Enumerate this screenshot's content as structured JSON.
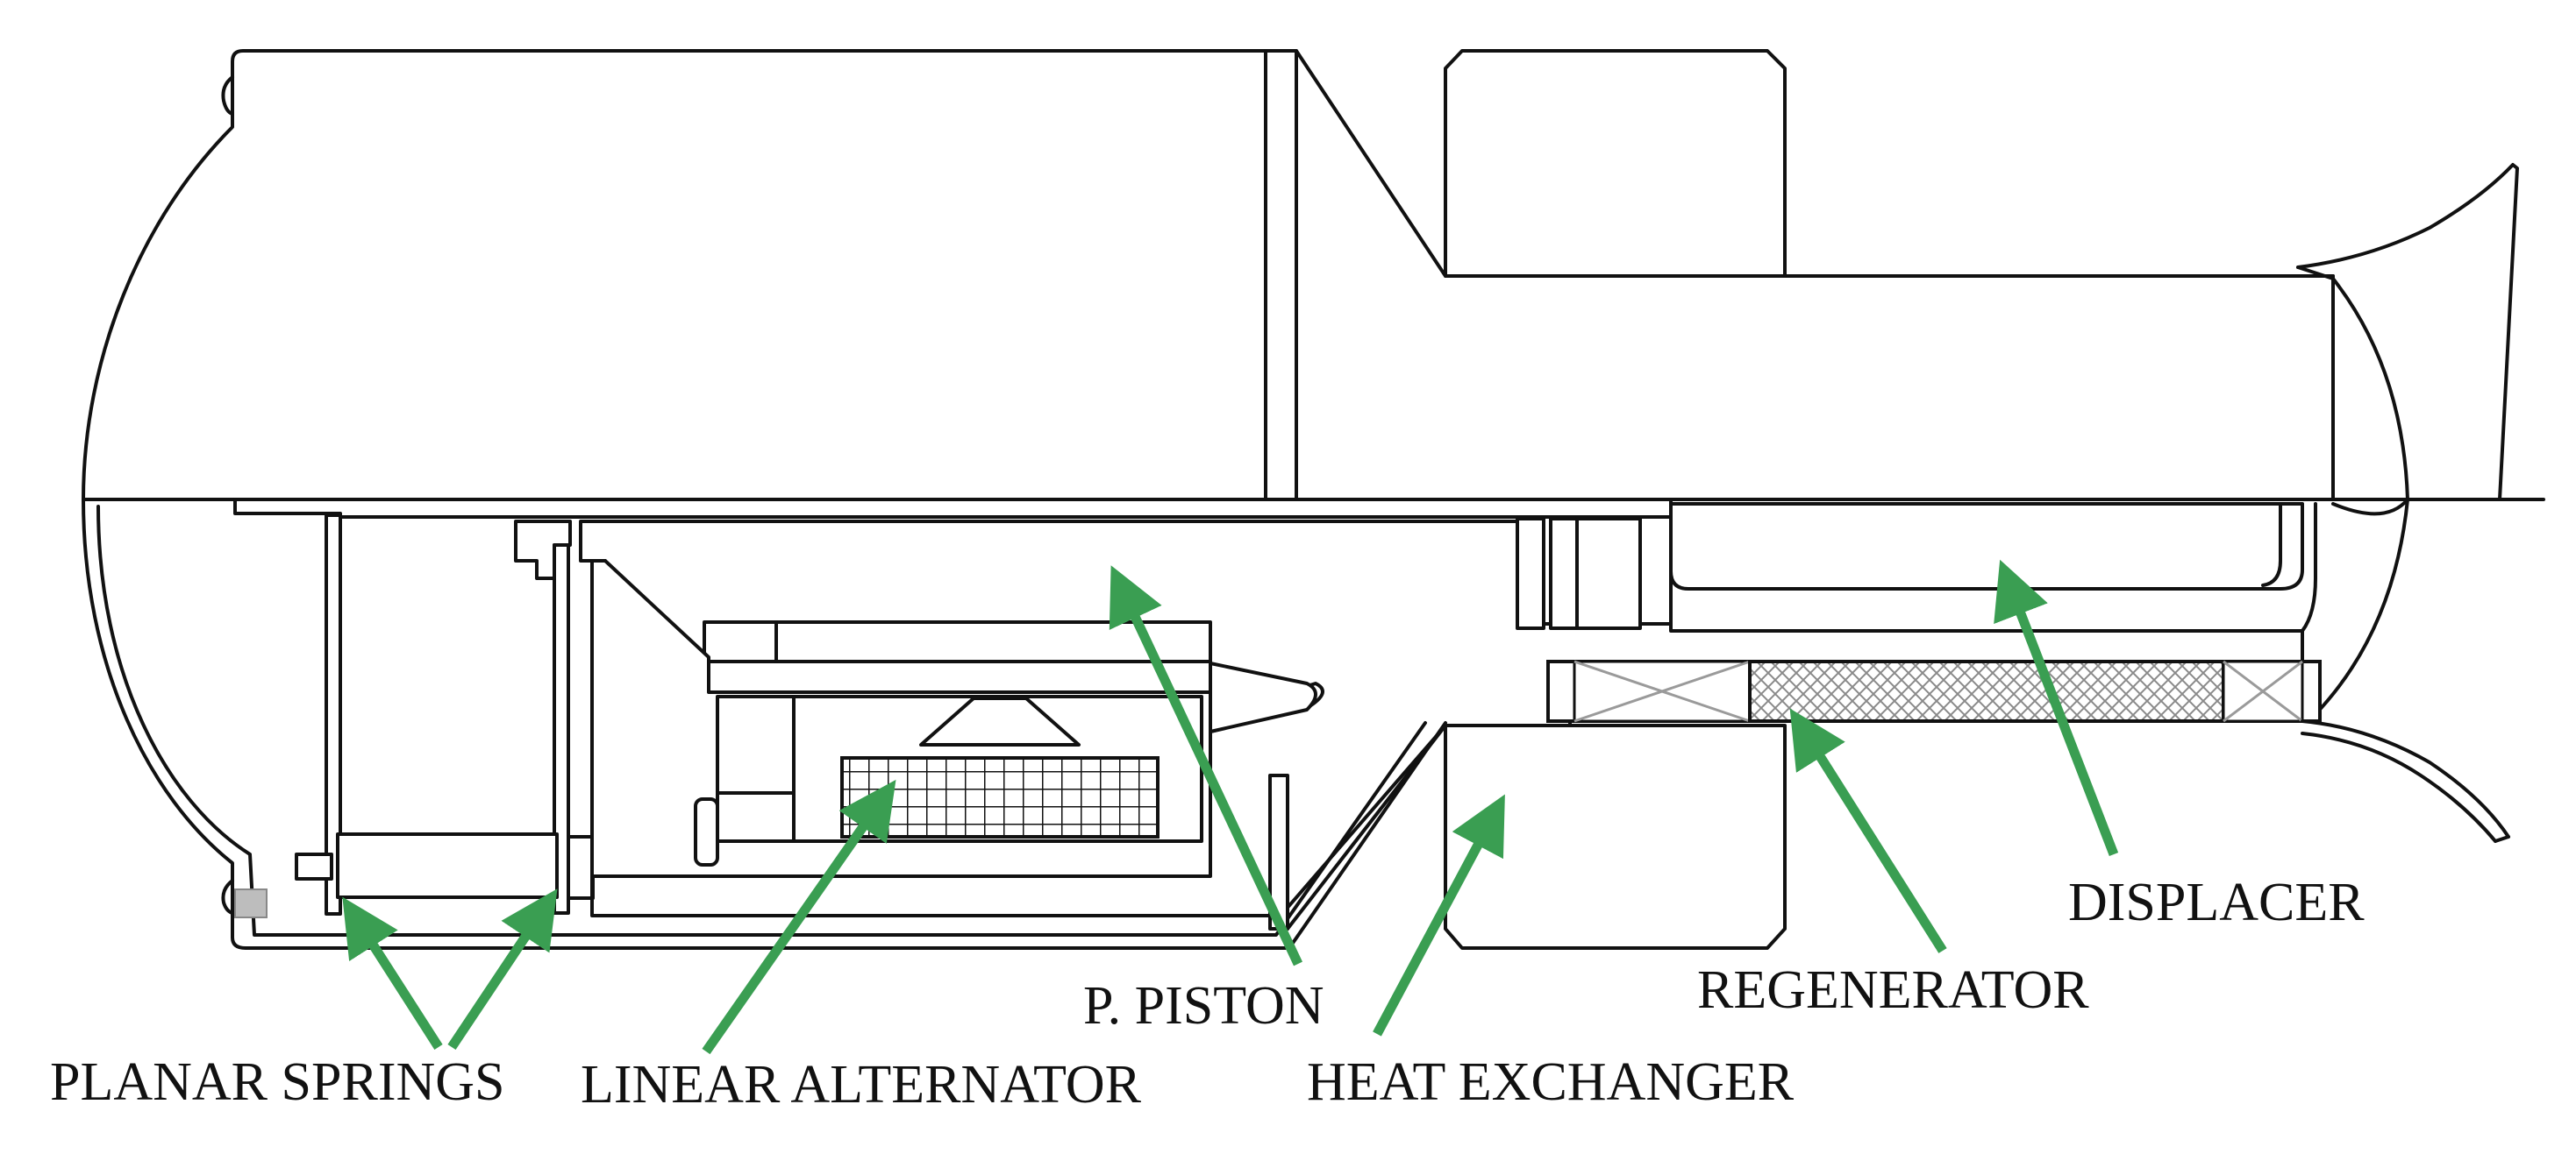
{
  "labels": {
    "planar_springs": "PLANAR SPRINGS",
    "linear_alternator": "LINEAR ALTERNATOR",
    "p_piston": "P. PISTON",
    "heat_exchanger": "HEAT EXCHANGER",
    "regenerator": "REGENERATOR",
    "displacer": "DISPLACER"
  },
  "colors": {
    "arrow": "#3a9e52",
    "line": "#111111",
    "hatch": "#9a9a9a",
    "background": "#ffffff"
  }
}
